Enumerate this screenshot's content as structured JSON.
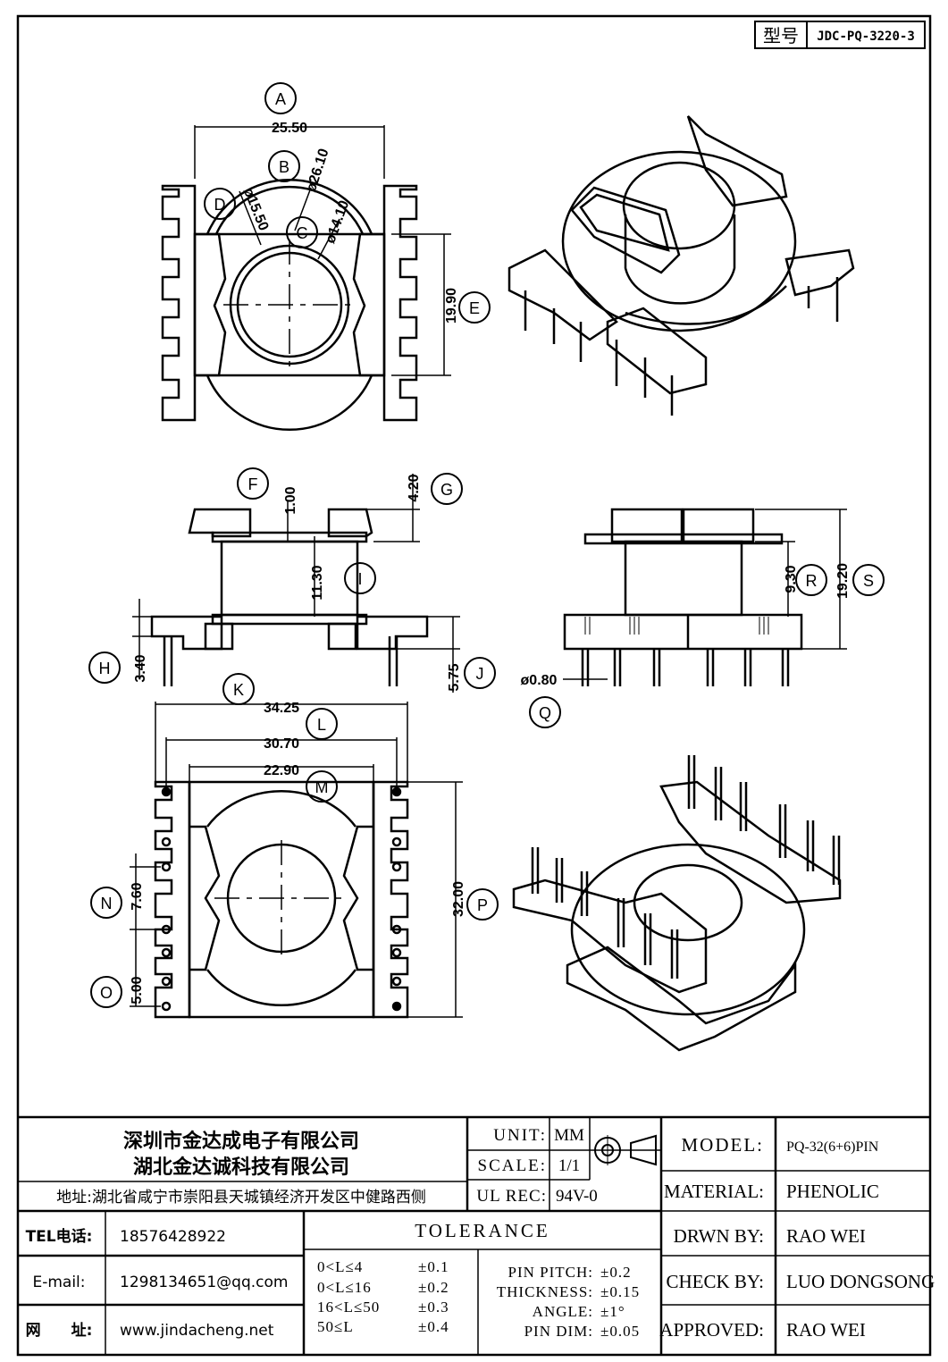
{
  "model_box": {
    "label": "型号",
    "value": "JDC-PQ-3220-3"
  },
  "dimensions": {
    "A": "25.50",
    "B": "ø26.10",
    "C": "ø14.10",
    "D": "ø15.50",
    "E": "19.90",
    "F": "1.00",
    "G": "4.20",
    "I": "11.30",
    "H": "3.40",
    "J": "5.75",
    "R": "9.30",
    "S": "19.20",
    "Q": "ø0.80",
    "K": "34.25",
    "L": "30.70",
    "M": "22.90",
    "N": "7.60",
    "O": "5.00",
    "P": "32.00"
  },
  "balloons": [
    "A",
    "B",
    "C",
    "D",
    "E",
    "F",
    "G",
    "H",
    "I",
    "J",
    "K",
    "L",
    "M",
    "N",
    "O",
    "P",
    "Q",
    "R",
    "S"
  ],
  "title_block": {
    "company_1": "深圳市金达成电子有限公司",
    "company_2": "湖北金达诚科技有限公司",
    "address": "地址:湖北省咸宁市崇阳县天城镇经济开发区中健路西侧",
    "tel_label": "TEL电话:",
    "tel": "18576428922",
    "email_label": "E-mail:",
    "email": "1298134651@qq.com",
    "web_label": "网　　址:",
    "web": "www.jindacheng.net",
    "unit_label": "UNIT:",
    "unit": "MM",
    "scale_label": "SCALE:",
    "scale": "1/1",
    "ulrec_label": "UL REC:",
    "ulrec": "94V-0",
    "model_label": "MODEL:",
    "model": "PQ-32(6+6)PIN",
    "material_label": "MATERIAL:",
    "material": "PHENOLIC",
    "drawn_label": "DRWN BY:",
    "drawn": "RAO WEI",
    "check_label": "CHECK BY:",
    "check": "LUO DONGSONG",
    "approved_label": "APPROVED:",
    "approved": "RAO WEI",
    "tolerance_title": "TOLERANCE",
    "tol_left": [
      {
        "range": "0<L≤4",
        "value": "±0.1"
      },
      {
        "range": "0<L≤16",
        "value": "±0.2"
      },
      {
        "range": "16<L≤50",
        "value": "±0.3"
      },
      {
        "range": "50≤L",
        "value": "±0.4"
      }
    ],
    "tol_right": [
      {
        "name": "PIN PITCH:",
        "value": "±0.2"
      },
      {
        "name": "THICKNESS:",
        "value": "±0.15"
      },
      {
        "name": "ANGLE:",
        "value": "±1°"
      },
      {
        "name": "PIN DIM:",
        "value": "±0.05"
      }
    ]
  }
}
